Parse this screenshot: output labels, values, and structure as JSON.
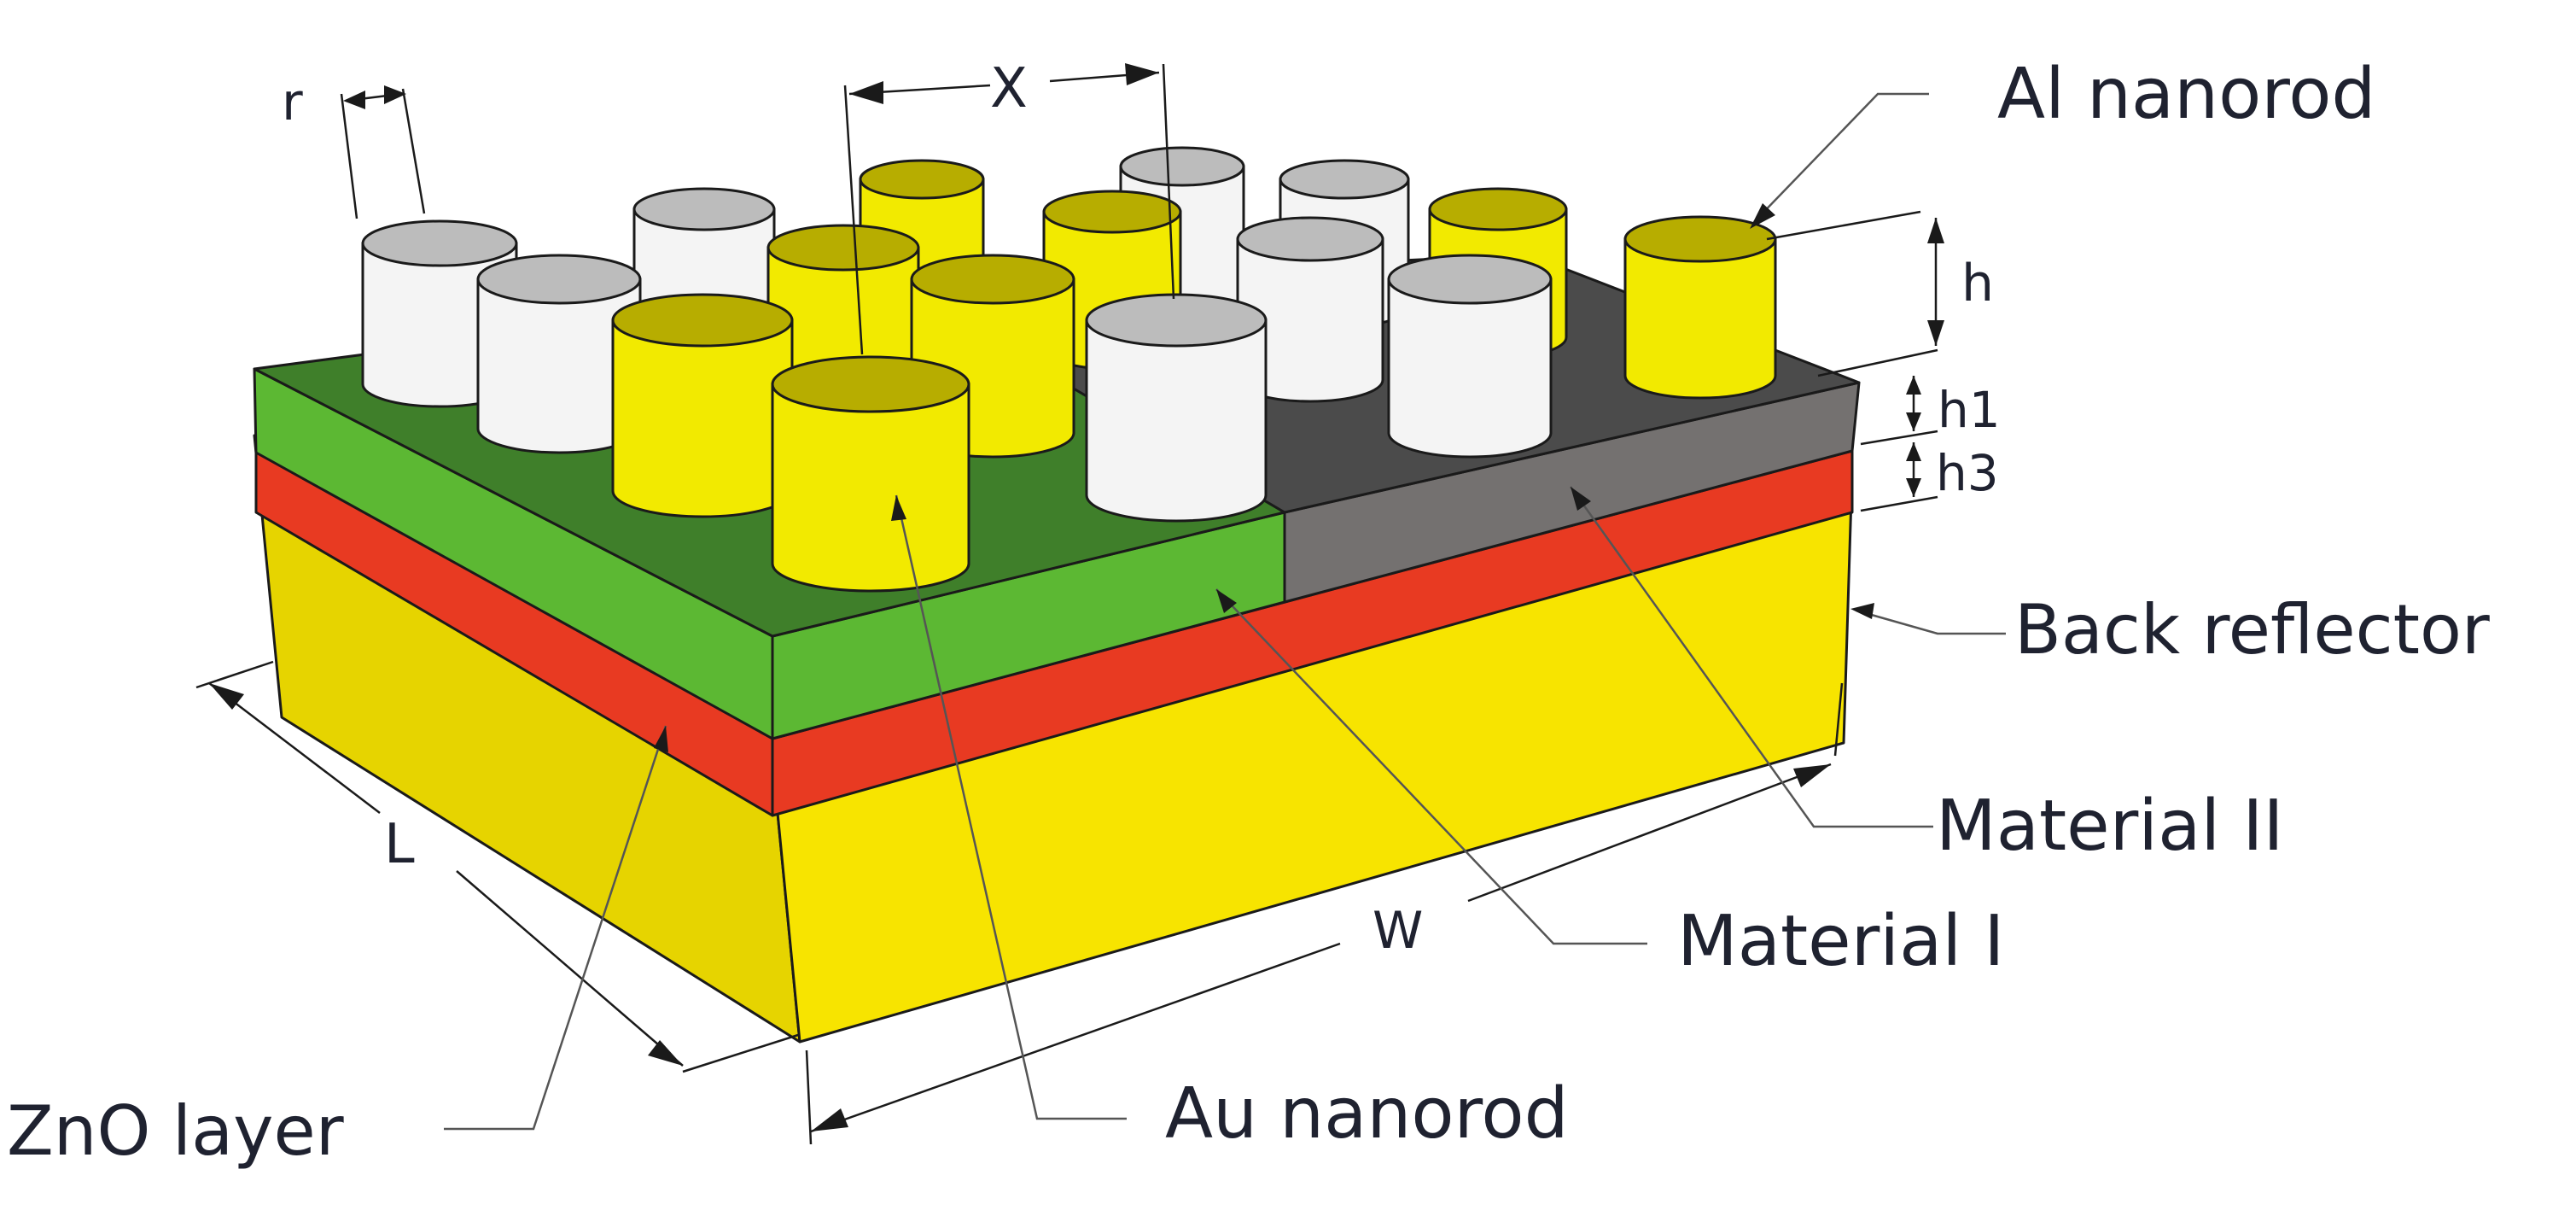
{
  "labels": {
    "al_nanorod": "Al nanorod",
    "back_reflector": "Back reflector",
    "material_2": "Material II",
    "material_1": "Material I",
    "au_nanorod": "Au nanorod",
    "zno_layer": "ZnO layer"
  },
  "dimensions": {
    "r": "r",
    "x": "X",
    "h": "h",
    "h1": "h1",
    "h3": "h3",
    "l": "L",
    "w": "W"
  },
  "colors": {
    "material_1": "#5cb833",
    "material_1_top": "#3f7f2a",
    "material_2": "#747170",
    "material_2_top": "#4b4b4b",
    "zno": "#e83a22",
    "back_reflector": "#f7e400",
    "back_reflector_side": "#e6d400",
    "au": "#f2ea00",
    "al": "#f4f4f4"
  },
  "rods": [
    {
      "material": "al"
    },
    {
      "material": "au"
    },
    {
      "material": "al"
    },
    {
      "material": "au"
    },
    {
      "material": "al"
    },
    {
      "material": "au"
    },
    {
      "material": "al"
    },
    {
      "material": "au"
    },
    {
      "material": "al"
    },
    {
      "material": "au"
    },
    {
      "material": "al"
    },
    {
      "material": "au"
    },
    {
      "material": "al"
    },
    {
      "material": "au"
    },
    {
      "material": "al"
    },
    {
      "material": "au"
    }
  ]
}
